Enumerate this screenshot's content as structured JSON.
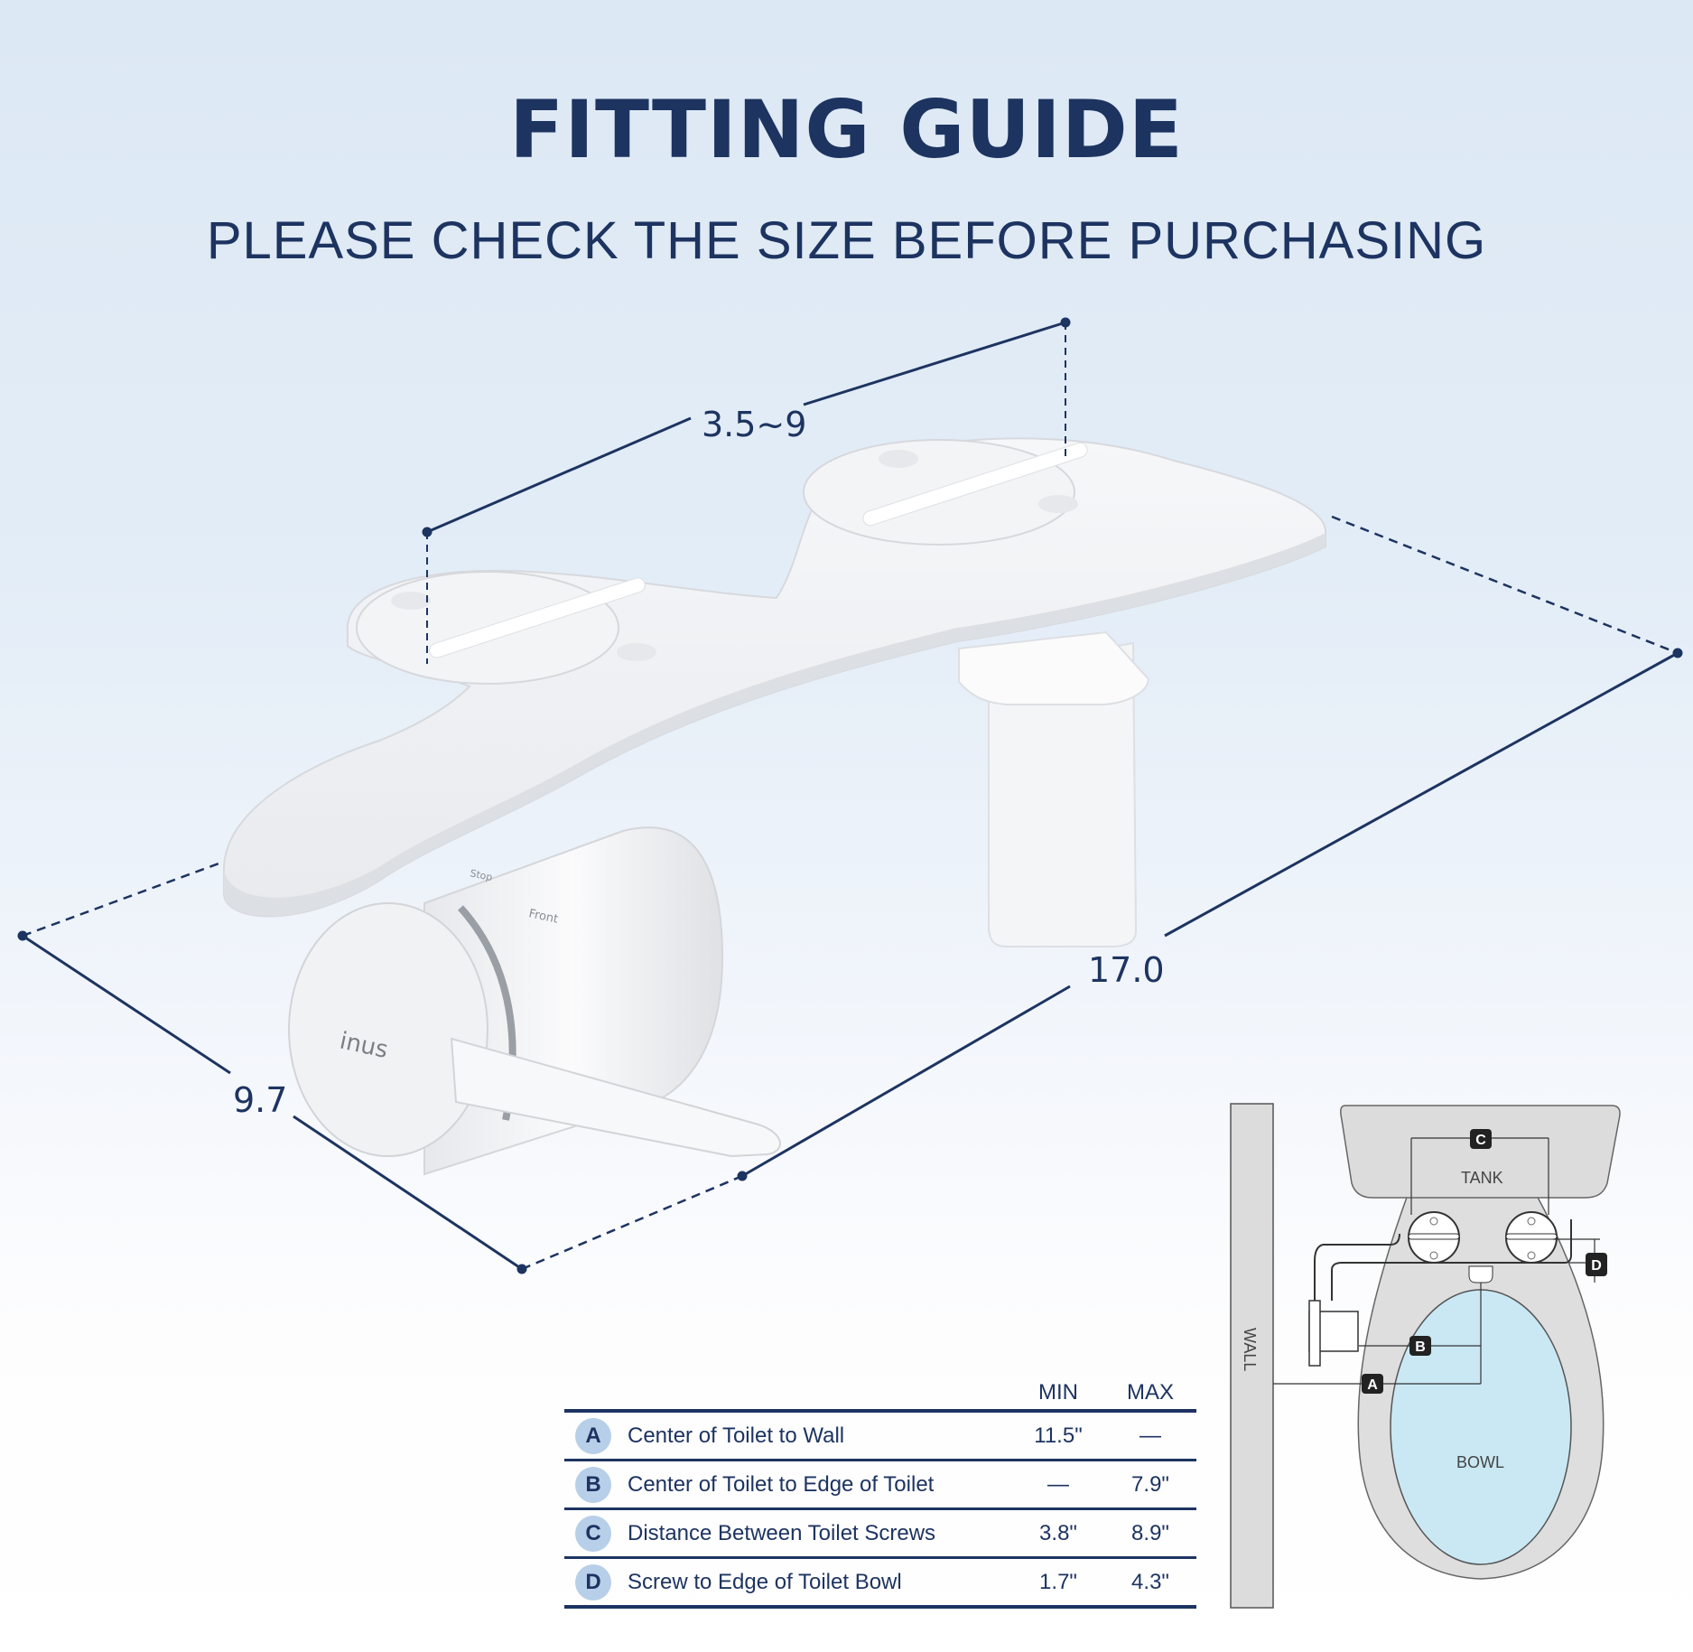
{
  "header": {
    "title": "FITTING GUIDE",
    "subtitle": "PLEASE CHECK THE SIZE BEFORE PURCHASING"
  },
  "product": {
    "brand": "inus",
    "dial_labels": [
      "Stop",
      "Front"
    ],
    "dimensions": {
      "screw_distance": "3.5~9",
      "length": "17.0",
      "width": "9.7"
    }
  },
  "table": {
    "columns": [
      "MIN",
      "MAX"
    ],
    "rows": [
      {
        "badge": "A",
        "label": "Center of Toilet to Wall",
        "min": "11.5\"",
        "max": "—"
      },
      {
        "badge": "B",
        "label": "Center of Toilet to Edge of Toilet",
        "min": "—",
        "max": "7.9\""
      },
      {
        "badge": "C",
        "label": "Distance Between Toilet Screws",
        "min": "3.8\"",
        "max": "8.9\""
      },
      {
        "badge": "D",
        "label": "Screw to Edge of Toilet Bowl",
        "min": "1.7\"",
        "max": "4.3\""
      }
    ]
  },
  "diagram": {
    "wall_label": "WALL",
    "tank_label": "TANK",
    "bowl_label": "BOWL",
    "markers": [
      "A",
      "B",
      "C",
      "D"
    ]
  },
  "colors": {
    "navy": "#1d3461",
    "badge_bg": "#b7cfe8",
    "bowl_fill": "#c9e8f4",
    "toilet_gray": "#d9d9d9"
  }
}
